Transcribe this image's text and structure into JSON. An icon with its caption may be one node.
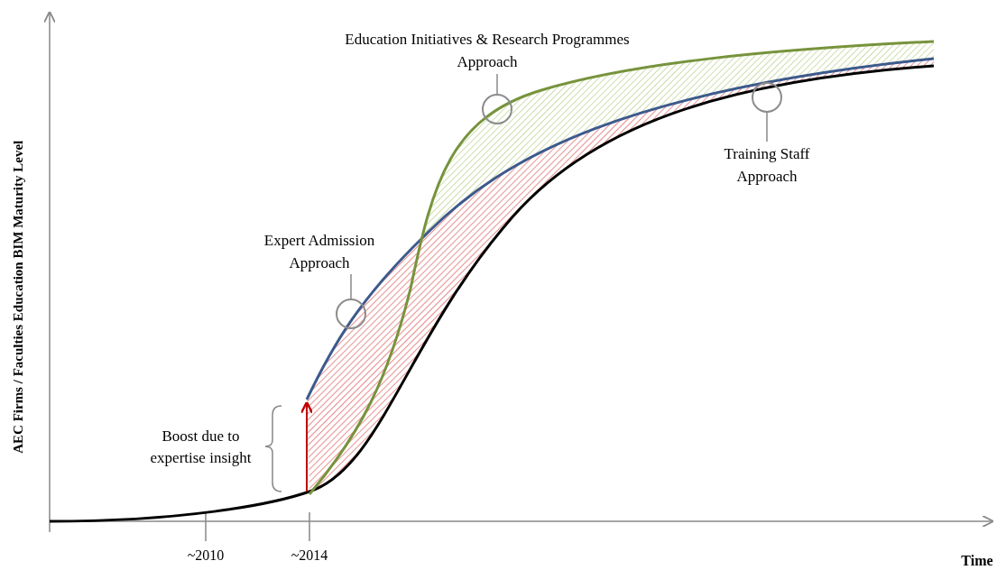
{
  "diagram": {
    "nodes": [
      {
        "text": [
          "Education Initiatives & Research Programmes Approach"
        ]
      },
      {
        "text": [],
        "shape": "circle"
      },
      {
        "text": [
          "Expert Admission Approach"
        ]
      },
      {
        "text": [],
        "shape": "circle"
      },
      {
        "text": [
          "Training Staff Approach"
        ]
      },
      {
        "text": [],
        "shape": "circle"
      }
    ],
    "edges": [
      {
        "from": 0,
        "to": 1,
        "arrow": "none"
      },
      {
        "from": 2,
        "to": 3,
        "arrow": "none"
      },
      {
        "from": 4,
        "to": 5,
        "arrow": "none"
      }
    ],
    "labels": [
      "AEC Firms / Faculties Education BIM Maturity Level",
      "Boost due to expertise insight",
      "~2010",
      "~2014",
      "Time"
    ]
  }
}
